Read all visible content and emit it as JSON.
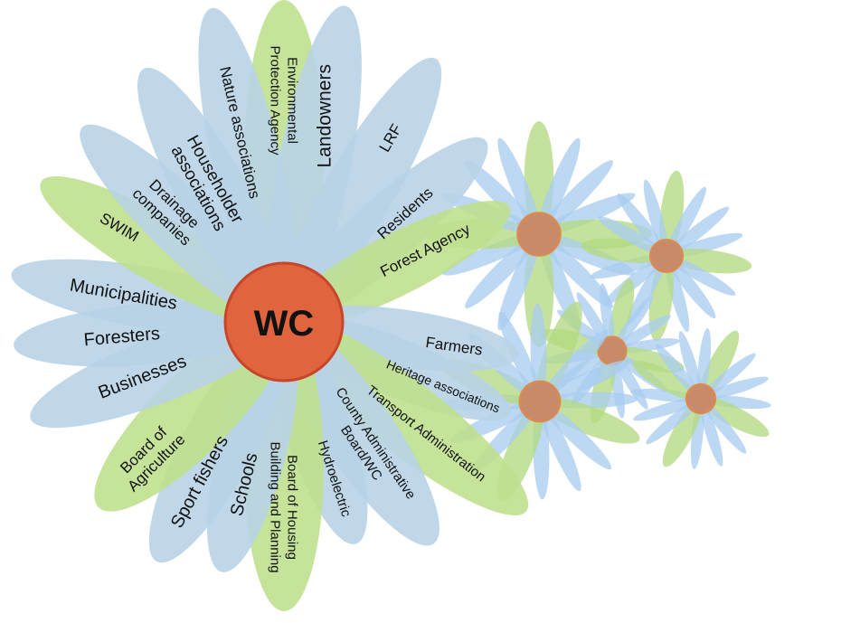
{
  "center": {
    "label": "WC",
    "fill": "#e0643e",
    "stroke": "#c8452a",
    "text_color": "#111111"
  },
  "colors": {
    "blue_petal": "#b8d3e6",
    "green_petal": "#bfe08e",
    "small_blue": "#a9cdef",
    "small_green": "#b3da82",
    "small_center": "#c98a6a"
  },
  "petals": [
    {
      "label": "Environmental\nProtection Agency",
      "color": "green"
    },
    {
      "label": "Landowners",
      "color": "blue"
    },
    {
      "label": "LRF",
      "color": "blue"
    },
    {
      "label": "Residents",
      "color": "blue"
    },
    {
      "label": "Forest Agency",
      "color": "green"
    },
    {
      "label": "Farmers",
      "color": "blue"
    },
    {
      "label": "Heritage associations",
      "color": "blue"
    },
    {
      "label": "Transport Administration",
      "color": "green"
    },
    {
      "label": "County Administrative\nBoard/WC",
      "color": "blue"
    },
    {
      "label": "Hydroelectric",
      "color": "blue"
    },
    {
      "label": "Board of Housing\nBuilding and Planning",
      "color": "green"
    },
    {
      "label": "Schools",
      "color": "blue"
    },
    {
      "label": "Sport fishers",
      "color": "blue"
    },
    {
      "label": "Board of\nAgriculture",
      "color": "green"
    },
    {
      "label": "Businesses",
      "color": "blue"
    },
    {
      "label": "Foresters",
      "color": "blue"
    },
    {
      "label": "Municipalities",
      "color": "blue"
    },
    {
      "label": "SWIM",
      "color": "green"
    },
    {
      "label": "Drainage\ncompanies",
      "color": "blue"
    },
    {
      "label": "Householder\nassociations",
      "color": "blue"
    },
    {
      "label": "Nature associations",
      "color": "blue"
    }
  ]
}
